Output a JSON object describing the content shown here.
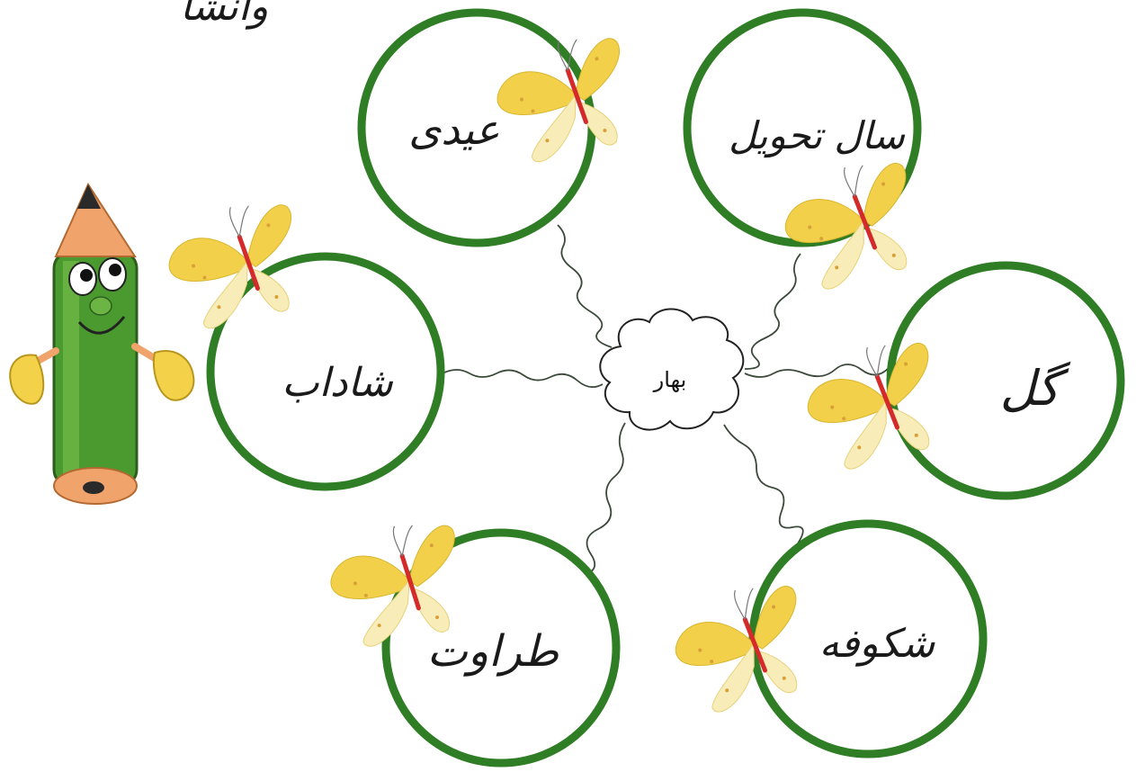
{
  "corner_text": "وانشا",
  "center": {
    "label": "بهار"
  },
  "circles": [
    {
      "id": "eidi",
      "label": "عیدی"
    },
    {
      "id": "sal-tahvil",
      "label": "سال تحویل"
    },
    {
      "id": "shadab",
      "label": "شاداب"
    },
    {
      "id": "gol",
      "label": "گل"
    },
    {
      "id": "taravat",
      "label": "طراوت"
    },
    {
      "id": "shekufeh",
      "label": "شکوفه"
    }
  ],
  "colors": {
    "circle_stroke": "#2f7d24",
    "wavy_line": "#3b4a3b",
    "butterfly_wing": "#f0cf4a",
    "butterfly_wing_light": "#faf0c8",
    "butterfly_body": "#d42a2a",
    "pencil_green": "#4a9a2f",
    "pencil_tip": "#f0a36b"
  },
  "icons": [
    "pencil-mascot-icon",
    "butterfly-icon"
  ]
}
